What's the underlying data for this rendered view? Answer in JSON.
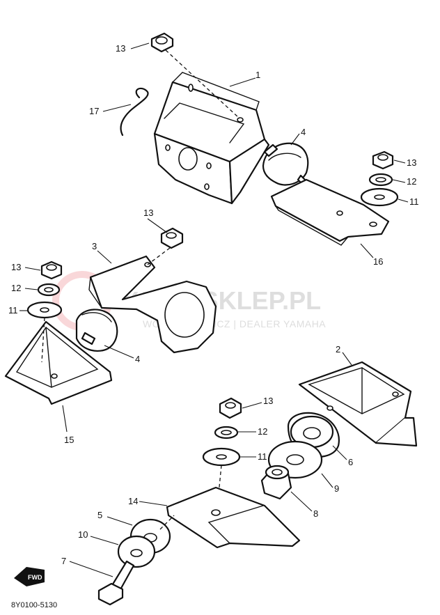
{
  "watermark": {
    "title": "YAMA-SKLEP.PL",
    "subtitle": "WOJ. IECHOWICZ | DEALER YAMAHA",
    "accent_color": "#e0202a"
  },
  "diagram_code": "8Y0100-5130",
  "fwd_label": "FWD",
  "callouts": {
    "c1": "1",
    "c2": "2",
    "c3": "3",
    "c4a": "4",
    "c4b": "4",
    "c5": "5",
    "c6": "6",
    "c7": "7",
    "c8": "8",
    "c9": "9",
    "c10": "10",
    "c11a": "11",
    "c11b": "11",
    "c11c": "11",
    "c12a": "12",
    "c12b": "12",
    "c12c": "12",
    "c13a": "13",
    "c13b": "13",
    "c13c": "13",
    "c13d": "13",
    "c13e": "13",
    "c14": "14",
    "c15": "15",
    "c16": "16",
    "c17": "17"
  }
}
